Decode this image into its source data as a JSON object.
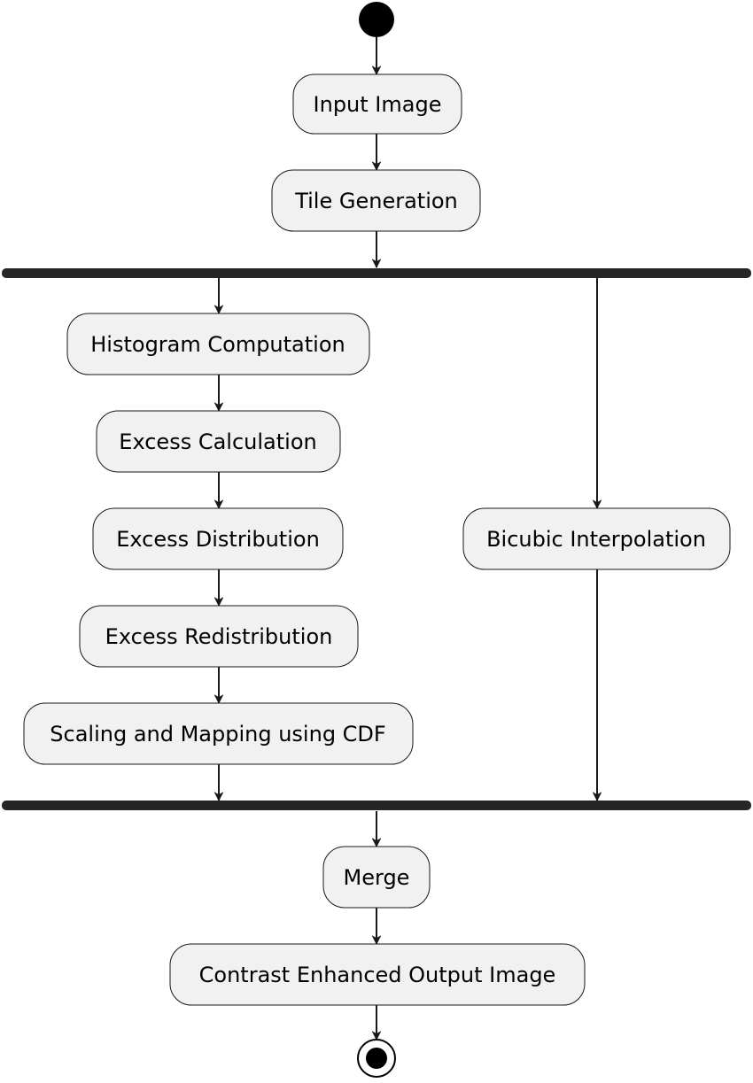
{
  "diagram": {
    "type": "activity",
    "start_node": "start",
    "end_node": "end",
    "nodes": {
      "input_image": "Input Image",
      "tile_generation": "Tile Generation",
      "histogram_computation": "Histogram Computation",
      "excess_calculation": "Excess Calculation",
      "excess_distribution": "Excess Distribution",
      "excess_redistribution": "Excess Redistribution",
      "scaling_mapping": "Scaling and Mapping using CDF",
      "bicubic_interpolation": "Bicubic Interpolation",
      "merge": "Merge",
      "output_image": "Contrast Enhanced Output Image"
    },
    "fork": [
      "tile_generation",
      "histogram_computation",
      "bicubic_interpolation"
    ],
    "join": [
      "scaling_mapping",
      "bicubic_interpolation",
      "merge"
    ],
    "edges": [
      [
        "start",
        "input_image"
      ],
      [
        "input_image",
        "tile_generation"
      ],
      [
        "tile_generation",
        "fork"
      ],
      [
        "fork",
        "histogram_computation"
      ],
      [
        "fork",
        "bicubic_interpolation"
      ],
      [
        "histogram_computation",
        "excess_calculation"
      ],
      [
        "excess_calculation",
        "excess_distribution"
      ],
      [
        "excess_distribution",
        "excess_redistribution"
      ],
      [
        "excess_redistribution",
        "scaling_mapping"
      ],
      [
        "scaling_mapping",
        "join"
      ],
      [
        "bicubic_interpolation",
        "join"
      ],
      [
        "join",
        "merge"
      ],
      [
        "merge",
        "output_image"
      ],
      [
        "output_image",
        "end"
      ]
    ],
    "colors": {
      "node_fill": "#f1f1f1",
      "stroke": "#181818",
      "bar": "#262626",
      "start": "#000000"
    }
  }
}
